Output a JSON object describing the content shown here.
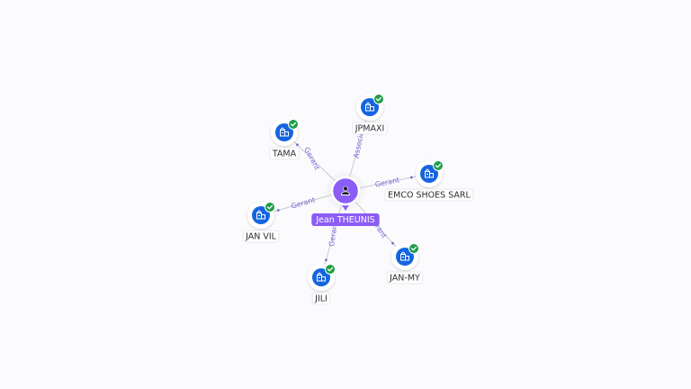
{
  "colors": {
    "company_blue": "#1565e0",
    "check_green": "#1f9e4a",
    "person_purple": "#8b5cf6",
    "edge_gray": "#c9c9d2",
    "edge_label": "#7a6ad8"
  },
  "center": {
    "label": "Jean THEUNIS",
    "icon": "person-icon"
  },
  "nodes": [
    {
      "id": "tama",
      "label": "TAMA",
      "edge_label": "Gerant",
      "icon": "company-icon",
      "verified": true
    },
    {
      "id": "jpmaxi",
      "label": "JPMAXI",
      "edge_label": "Associe",
      "icon": "company-icon",
      "verified": true
    },
    {
      "id": "emco",
      "label": "EMCO SHOES SARL",
      "edge_label": "Gerant",
      "icon": "company-icon",
      "verified": true
    },
    {
      "id": "janvil",
      "label": "JAN VIL",
      "edge_label": "Gerant",
      "icon": "company-icon",
      "verified": true
    },
    {
      "id": "jili",
      "label": "JILI",
      "edge_label": "Gerant",
      "icon": "company-icon",
      "verified": true
    },
    {
      "id": "janmy",
      "label": "JAN-MY",
      "edge_label": "Gerant",
      "icon": "company-icon",
      "verified": true
    }
  ]
}
